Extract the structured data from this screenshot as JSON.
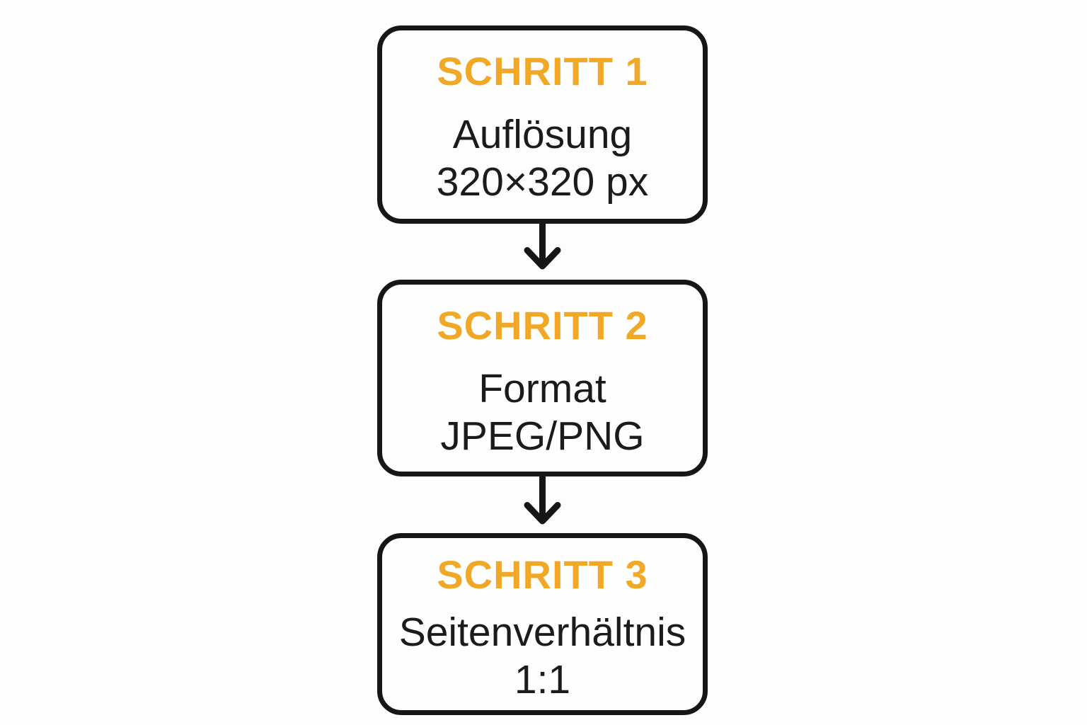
{
  "page": {
    "background_color": "#FDFDFD"
  },
  "flowchart": {
    "accent_color": "#F1A826",
    "text_color": "#1B1B1B",
    "line_color": "#161616",
    "steps": [
      {
        "title": "SCHRITT 1",
        "line1": "Auflösung",
        "line2": "320×320 px"
      },
      {
        "title": "SCHRITT 2",
        "line1": "Format",
        "line2": "JPEG/PNG"
      },
      {
        "title": "SCHRITT 3",
        "line1": "Seitenverhältnis",
        "line2": "1:1"
      }
    ],
    "connectors": [
      {
        "icon": "arrow-down"
      },
      {
        "icon": "arrow-down"
      }
    ]
  }
}
